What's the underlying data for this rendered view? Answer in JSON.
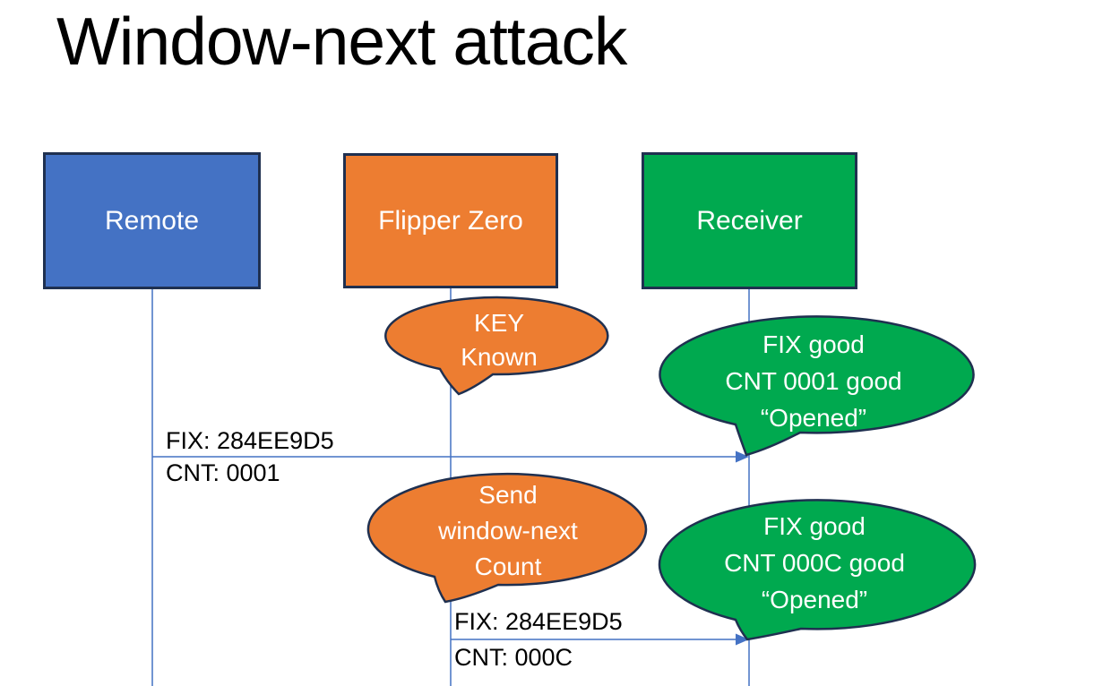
{
  "title": "Window-next attack",
  "colors": {
    "blue": "#4472C4",
    "orange": "#ED7D31",
    "green": "#00A94F",
    "outline_navy": "#1F3050",
    "connector_blue": "#4472C4",
    "text_black": "#000000",
    "text_white": "#FFFFFF"
  },
  "actors": [
    {
      "id": "remote",
      "label": "Remote",
      "color": "#4472C4"
    },
    {
      "id": "flipper-zero",
      "label": "Flipper Zero",
      "color": "#ED7D31"
    },
    {
      "id": "receiver",
      "label": "Receiver",
      "color": "#00A94F"
    }
  ],
  "callouts": [
    {
      "id": "key-known",
      "speaker": "Flipper Zero",
      "lines": [
        "KEY",
        "Known"
      ],
      "color": "#ED7D31"
    },
    {
      "id": "receiver-opened-1",
      "speaker": "Receiver",
      "lines": [
        "FIX good",
        "CNT 0001 good",
        "“Opened”"
      ],
      "color": "#00A94F"
    },
    {
      "id": "send-window-next",
      "speaker": "Flipper Zero",
      "lines": [
        "Send",
        "window-next",
        "Count"
      ],
      "color": "#ED7D31"
    },
    {
      "id": "receiver-opened-2",
      "speaker": "Receiver",
      "lines": [
        "FIX good",
        "CNT 000C good",
        "“Opened”"
      ],
      "color": "#00A94F"
    }
  ],
  "messages": [
    {
      "id": "remote-to-receiver",
      "from": "Remote",
      "to": "Receiver",
      "line1": "FIX: 284EE9D5",
      "line2": "CNT: 0001"
    },
    {
      "id": "flipper-to-receiver",
      "from": "Flipper Zero",
      "to": "Receiver",
      "line1": "FIX: 284EE9D5",
      "line2": "CNT: 000C"
    }
  ]
}
